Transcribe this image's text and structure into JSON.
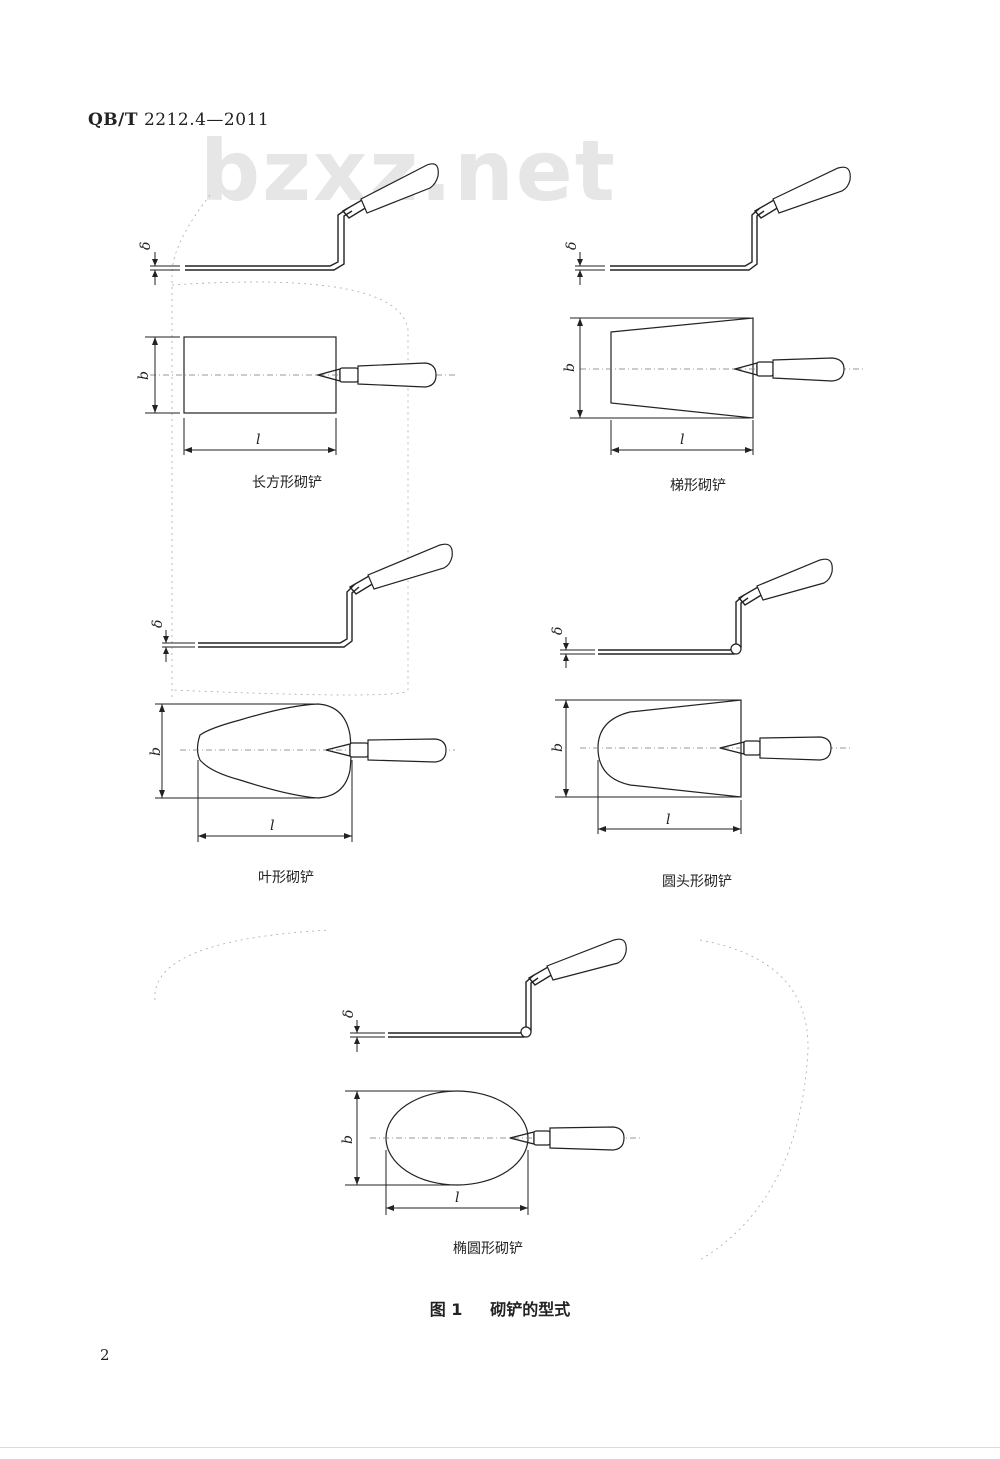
{
  "header": {
    "code": "QB/T",
    "number": "2212.4—2011"
  },
  "watermark": "bzxz.net",
  "labels": {
    "delta": "δ",
    "b": "b",
    "l": "l"
  },
  "trowels": [
    {
      "caption": "长方形砌铲"
    },
    {
      "caption": "梯形砌铲"
    },
    {
      "caption": "叶形砌铲"
    },
    {
      "caption": "圆头形砌铲"
    },
    {
      "caption": "椭圆形砌铲"
    }
  ],
  "figure": {
    "number": "图 1",
    "title": "砌铲的型式"
  },
  "page_number": "2"
}
